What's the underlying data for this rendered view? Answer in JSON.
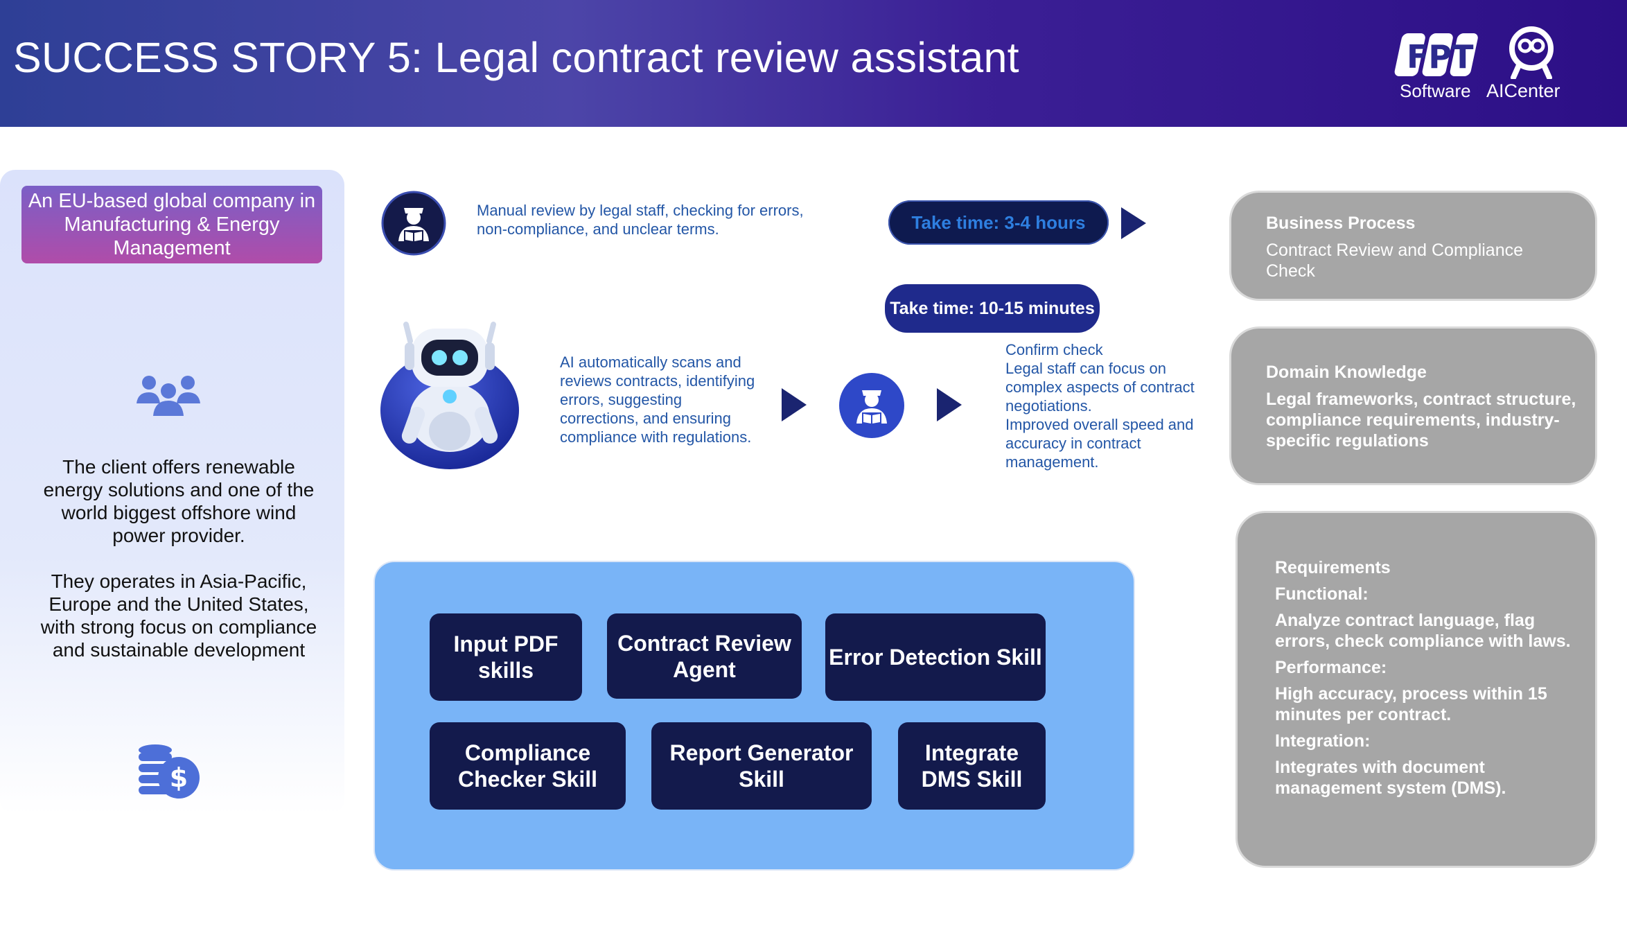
{
  "header": {
    "title": "SUCCESS STORY 5: Legal contract review assistant",
    "logo_fpt_text": "FPT",
    "logo_fpt_sub": "Software",
    "logo_ai_text": "AICenter"
  },
  "client": {
    "badge": "An EU-based global company in Manufacturing &  Energy Management",
    "description_1": "The client offers renewable energy solutions and one of the world biggest offshore wind power provider.",
    "description_2": "They operates in Asia-Pacific, Europe and the United States, with strong focus on compliance and sustainable development",
    "icons": [
      "people-group-icon",
      "money-coins-icon"
    ]
  },
  "process": {
    "manual_text": "Manual review by legal staff, checking for errors, non-compliance, and unclear terms.",
    "manual_time": "Take time: 3-4 hours",
    "ai_time": "Take time: 10-15 minutes",
    "ai_text": "AI automatically scans and reviews contracts, identifying errors, suggesting corrections, and ensuring compliance with regulations.",
    "confirm_text": "Confirm check\nLegal staff can focus on complex aspects of contract negotiations.\nImproved overall speed and accuracy in contract management.",
    "icons": [
      "legal-staff-icon",
      "robot-icon",
      "play-arrow-icon"
    ]
  },
  "skills": [
    "Input PDF skills",
    "Contract Review Agent",
    "Error Detection Skill",
    "Compliance Checker Skill",
    "Report Generator Skill",
    "Integrate DMS Skill"
  ],
  "cards": {
    "business_process": {
      "title": "Business Process",
      "body": "Contract Review and Compliance Check"
    },
    "domain_knowledge": {
      "title": "Domain Knowledge",
      "body": "Legal frameworks, contract structure, compliance requirements, industry-specific regulations"
    },
    "requirements": {
      "title": "Requirements",
      "functional_label": "Functional:",
      "functional": "Analyze contract language, flag errors, check compliance with laws.",
      "performance_label": "Performance:",
      "performance": "High accuracy, process within 15 minutes per contract.",
      "integration_label": "Integration:",
      "integration": "Integrates with document management system (DMS)."
    }
  },
  "colors": {
    "header_start": "#2e3f96",
    "header_end": "#2c0f86",
    "navy": "#131a4c",
    "skills_bg": "#79b4f7",
    "card_grey": "#a6a6a6",
    "text_blue": "#2356a6"
  }
}
